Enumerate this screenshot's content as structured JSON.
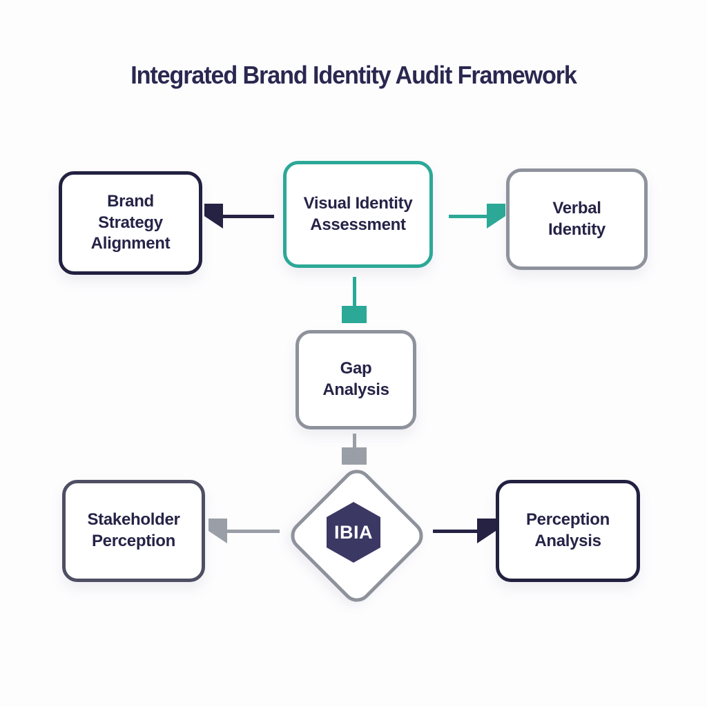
{
  "title": "Integrated Brand Identity Audit Framework",
  "colors": {
    "navy": "#252243",
    "teal": "#2ca897",
    "gray": "#8e929b",
    "slate": "#4e4f63",
    "hexagon_fill": "#3b3864",
    "text": "#262347",
    "background": "#ffffff"
  },
  "nodes": {
    "visual_identity": {
      "label": "Visual Identity Assessment",
      "border_color": "#2ca897"
    },
    "brand_strategy": {
      "label": "Brand Strategy Alignment",
      "border_color": "#232140"
    },
    "verbal_identity": {
      "label": "Verbal Identity",
      "border_color": "#8e929b"
    },
    "gap_analysis": {
      "label": "Gap Analysis",
      "border_color": "#8e929b"
    },
    "stakeholder_perception": {
      "label": "Stakeholder Perception",
      "border_color": "#4e4f63"
    },
    "perception_analysis": {
      "label": "Perception Analysis",
      "border_color": "#232140"
    },
    "hub": {
      "label": "IBIA",
      "shape": "hexagon-in-diamond",
      "fill": "#3b3864"
    }
  },
  "edges": [
    {
      "from": "visual_identity",
      "to": "brand_strategy",
      "direction": "left",
      "color": "#252243"
    },
    {
      "from": "visual_identity",
      "to": "verbal_identity",
      "direction": "right",
      "color": "#2ca897"
    },
    {
      "from": "visual_identity",
      "to": "gap_analysis",
      "direction": "down",
      "color": "#2ca897"
    },
    {
      "from": "gap_analysis",
      "to": "hub",
      "direction": "down",
      "color": "#9a9ea6"
    },
    {
      "from": "hub",
      "to": "stakeholder_perception",
      "direction": "left",
      "color": "#9a9ea6"
    },
    {
      "from": "hub",
      "to": "perception_analysis",
      "direction": "right",
      "color": "#252243"
    }
  ]
}
